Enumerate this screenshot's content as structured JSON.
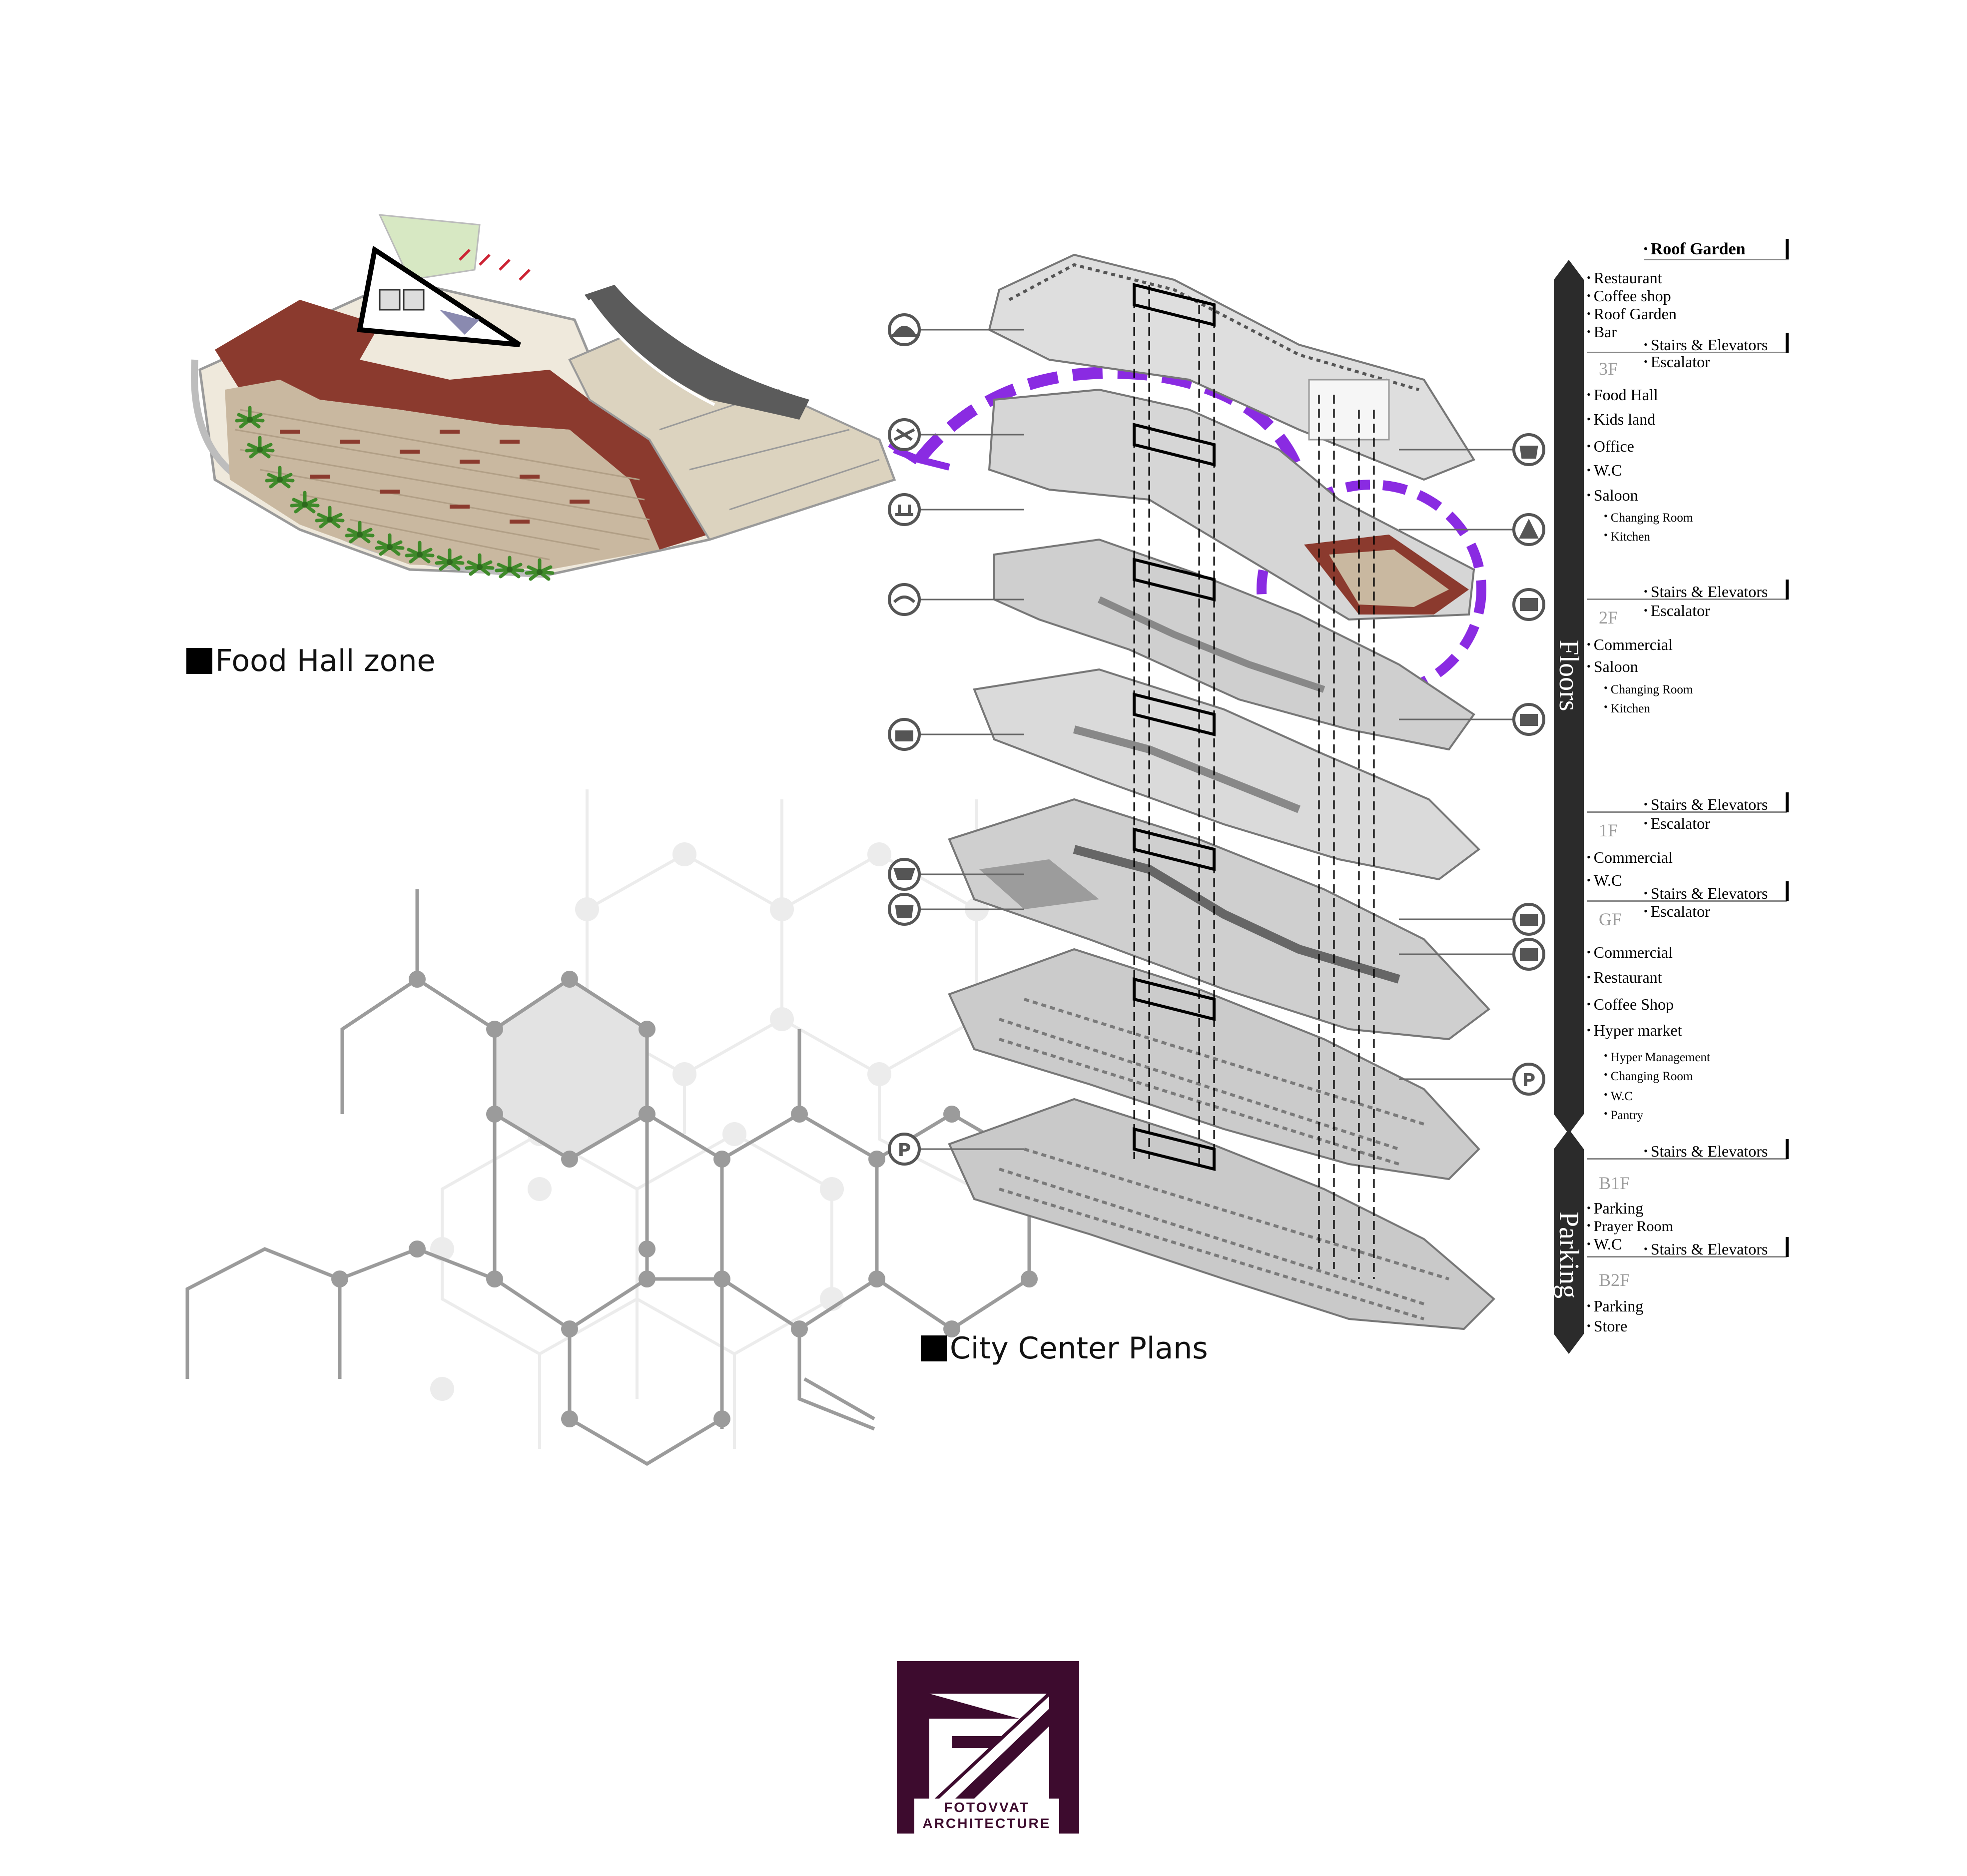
{
  "captions": {
    "food_hall": "Food Hall zone",
    "city_center": "City Center Plans"
  },
  "sections": {
    "floors": "Floors",
    "parking": "Parking"
  },
  "legend": {
    "roof_garden": "Roof Garden",
    "roof_items": [
      "Restaurant",
      "Coffee shop",
      "Roof Garden",
      "Bar"
    ],
    "stairs_label": "Stairs & Elevators",
    "escalator_label": "Escalator",
    "f3": {
      "label": "3F",
      "items": [
        "Food Hall",
        "Kids land",
        "Office",
        "W.C",
        "Saloon"
      ],
      "sub": [
        "Changing Room",
        "Kitchen"
      ]
    },
    "f2": {
      "label": "2F",
      "items": [
        "Commercial",
        "Saloon"
      ],
      "sub": [
        "Changing Room",
        "Kitchen"
      ]
    },
    "f1": {
      "label": "1F",
      "items": [
        "Commercial",
        "W.C"
      ]
    },
    "gf": {
      "label": "GF",
      "items": [
        "Commercial",
        "Restaurant",
        "Coffee Shop",
        "Hyper market"
      ],
      "sub": [
        "Hyper Management",
        "Changing Room",
        "W.C",
        "Pantry"
      ]
    },
    "b1f": {
      "label": "B1F",
      "items": [
        "Parking",
        "Prayer Room",
        "W.C"
      ]
    },
    "b2f": {
      "label": "B2F",
      "items": [
        "Parking",
        "Store"
      ]
    }
  },
  "logo": {
    "line1": "FOTOVVAT",
    "line2": "ARCHITECTURE"
  },
  "colors": {
    "accent_purple": "#8a2be2",
    "logo_maroon": "#3d0b2e",
    "floor_fill": "#d9d9d9",
    "food_hall_red": "#8b3a2e",
    "food_hall_deck": "#c9b8a0",
    "bar_dark": "#2b2b2b"
  },
  "icons": [
    "restaurant-cloche-icon",
    "dining-icon",
    "coffee-icon",
    "shopping-cart-icon",
    "parking-icon",
    "building-icon",
    "cake-icon",
    "hexagon-network-icon"
  ]
}
